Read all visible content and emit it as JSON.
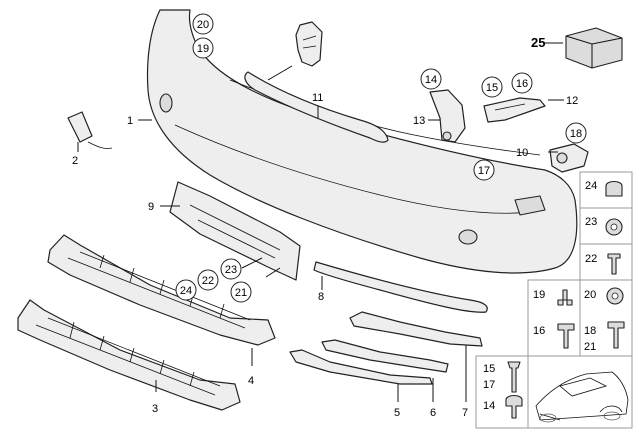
{
  "diagram": {
    "callouts": {
      "c1": "1",
      "c2": "2",
      "c3": "3",
      "c4": "4",
      "c5": "5",
      "c6": "6",
      "c7": "7",
      "c8": "8",
      "c9": "9",
      "c10": "10",
      "c11": "11",
      "c12": "12",
      "c13": "13",
      "c14": "14",
      "c15": "15",
      "c16": "16",
      "c17": "17",
      "c18": "18",
      "c19": "19",
      "c20": "20",
      "c21": "21",
      "c22": "22",
      "c23": "23",
      "c24": "24",
      "c25": "25"
    },
    "side_panel": {
      "p24": "24",
      "p23": "23",
      "p22": "22",
      "p19": "19",
      "p20": "20",
      "p16": "16",
      "p18": "18",
      "p21": "21",
      "p15": "15",
      "p17": "17",
      "p14": "14"
    }
  }
}
